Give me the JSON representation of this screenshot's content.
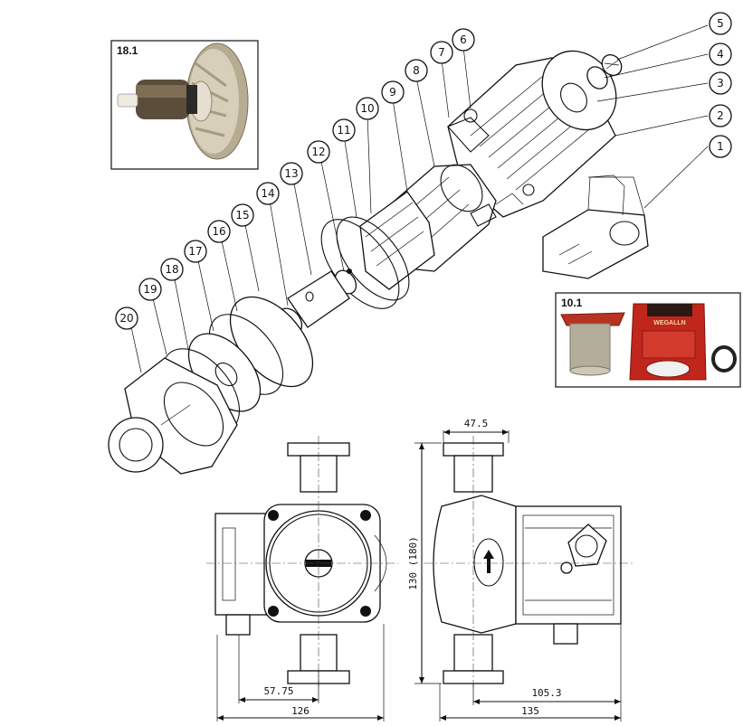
{
  "insets": {
    "impeller": {
      "title": "18.1"
    },
    "cartridge": {
      "title": "10.1",
      "brand_text": "WEGALLN"
    }
  },
  "callouts": [
    "1",
    "2",
    "3",
    "4",
    "5",
    "6",
    "7",
    "8",
    "9",
    "10",
    "11",
    "12",
    "13",
    "14",
    "15",
    "16",
    "17",
    "18",
    "19",
    "20"
  ],
  "dimensions": {
    "width_front": "126",
    "inlet_offset": "57.75",
    "height": "130 (180)",
    "top_width": "47.5",
    "width_side": "135",
    "motor_offset": "105.3"
  },
  "colors": {
    "line": "#111111",
    "pump_red": "#c0261b",
    "impeller_beige": "#cbbfa6",
    "metal": "#6e6250"
  }
}
